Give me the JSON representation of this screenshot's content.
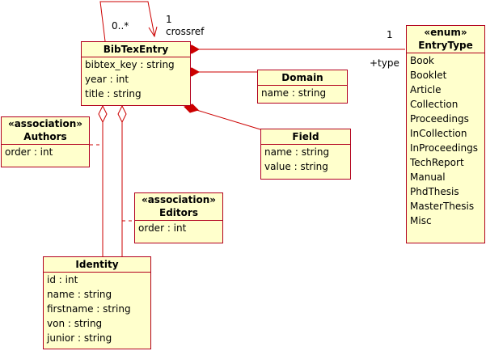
{
  "classes": {
    "bibtex": {
      "name": "BibTexEntry",
      "attrs": [
        "bibtex_key : string",
        "year : int",
        "title : string"
      ]
    },
    "domain": {
      "name": "Domain",
      "attrs": [
        "name : string"
      ]
    },
    "field": {
      "name": "Field",
      "attrs": [
        "name : string",
        "value : string"
      ]
    },
    "entrytype": {
      "stereotype": "«enum»",
      "name": "EntryType",
      "literals": [
        "Book",
        "Booklet",
        "Article",
        "Collection",
        "Proceedings",
        "InCollection",
        "InProceedings",
        "TechReport",
        "Manual",
        "PhdThesis",
        "MasterThesis",
        "Misc"
      ]
    },
    "authors": {
      "stereotype": "«association»",
      "name": "Authors",
      "attrs": [
        "order : int"
      ]
    },
    "editors": {
      "stereotype": "«association»",
      "name": "Editors",
      "attrs": [
        "order : int"
      ]
    },
    "identity": {
      "name": "Identity",
      "attrs": [
        "id : int",
        "name : string",
        "firstname : string",
        "von : string",
        "junior : string"
      ]
    }
  },
  "labels": {
    "crossref_multiplicity": "0..*",
    "crossref_target_multiplicity": "1",
    "crossref_role": "crossref",
    "type_multiplicity": "1",
    "type_role": "+type"
  },
  "colors": {
    "fill": "#ffffcc",
    "line": "#b2001e",
    "connector": "#cc0000"
  }
}
